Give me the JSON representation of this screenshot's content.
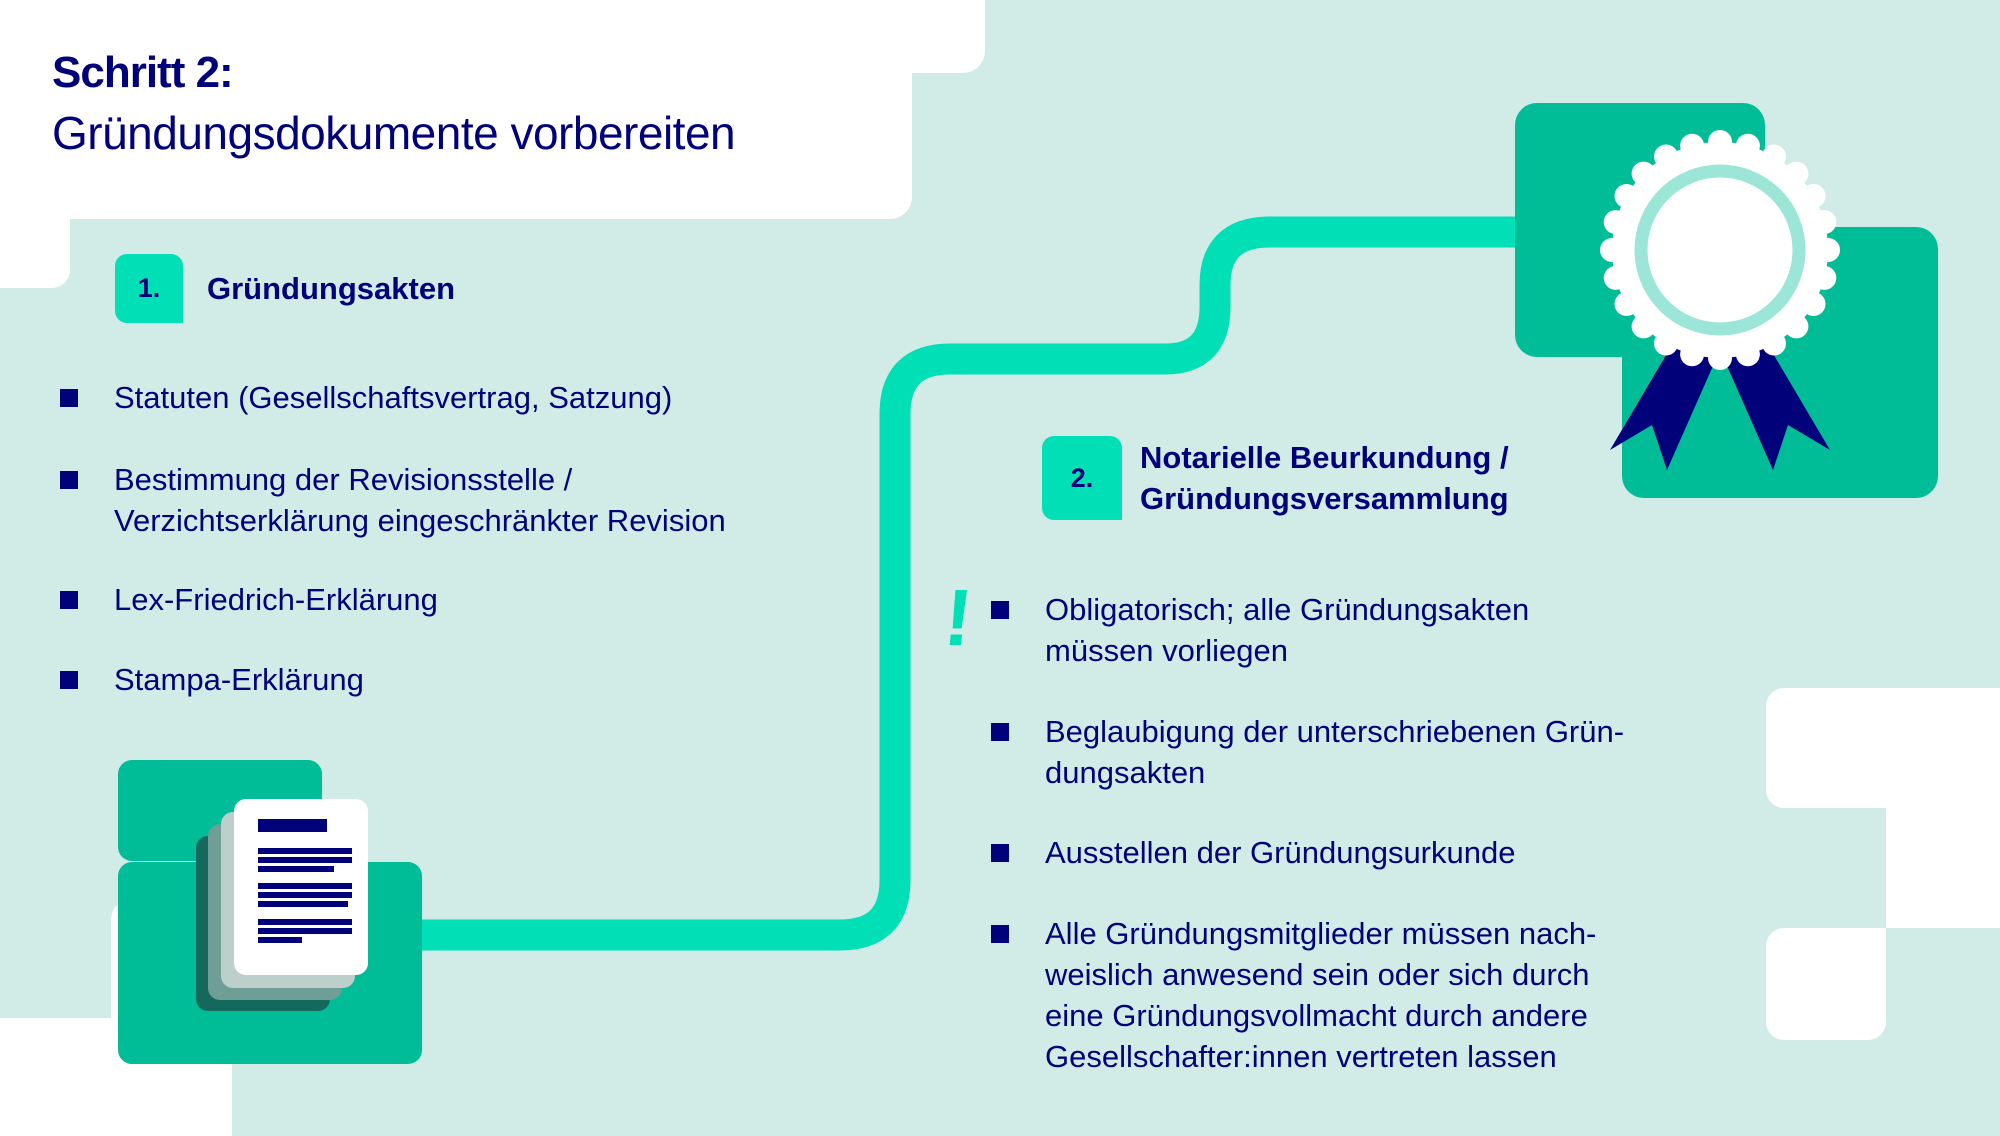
{
  "header": {
    "title_bold": "Schritt 2:",
    "title_light": "Gründungsdokumente vorbereiten"
  },
  "colors": {
    "navy": "#01027a",
    "mint_accent": "#00dfb5",
    "green_block": "#00bc97",
    "light_background": "#d1ebe7",
    "white": "#ffffff",
    "ring": "#9be6d6"
  },
  "step1": {
    "number": "1.",
    "title": "Gründungsakten",
    "items": [
      {
        "lines": [
          "Statuten (Gesellschaftsvertrag, Satzung)"
        ]
      },
      {
        "lines": [
          "Bestimmung der Revisionsstelle /",
          "Verzichtserklärung eingeschränkter Revision"
        ]
      },
      {
        "lines": [
          "Lex-Friedrich-Erklärung"
        ]
      },
      {
        "lines": [
          "Stampa-Erklärung"
        ]
      }
    ],
    "icon": "document-stack-icon"
  },
  "step2": {
    "number": "2.",
    "title_lines": [
      "Notarielle Beurkundung /",
      "Gründungsversammlung"
    ],
    "exclamation": "!",
    "items": [
      {
        "lines": [
          "Obligatorisch; alle Gründungsakten",
          "müssen vorliegen"
        ]
      },
      {
        "lines": [
          "Beglaubigung der unterschriebenen Grün-",
          "dungsakten"
        ]
      },
      {
        "lines": [
          "Ausstellen der Gründungsurkunde"
        ]
      },
      {
        "lines": [
          "Alle Gründungsmitglieder müssen nach-",
          "weislich anwesend sein oder sich durch",
          "eine Gründungsvollmacht durch andere",
          "Gesellschafter:innen vertreten lassen"
        ]
      }
    ],
    "icon": "award-rosette-icon"
  }
}
